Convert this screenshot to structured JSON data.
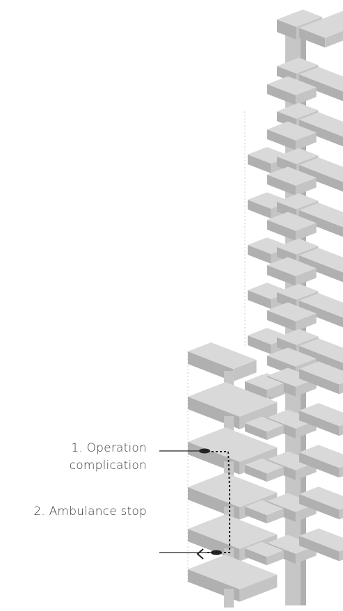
{
  "annotations": [
    {
      "line1": "1. Operation",
      "line2": "complication"
    },
    {
      "line1": "2. Ambulance stop"
    }
  ],
  "colors": {
    "slab_top": "#d9d9d9",
    "slab_side": "#c4c4c4",
    "slab_front": "#b0b0b0",
    "column": "#c6c6c6",
    "column_dark": "#afafaf",
    "leader": "#222222",
    "route": "#222222",
    "guide": "#cfcfcf"
  }
}
